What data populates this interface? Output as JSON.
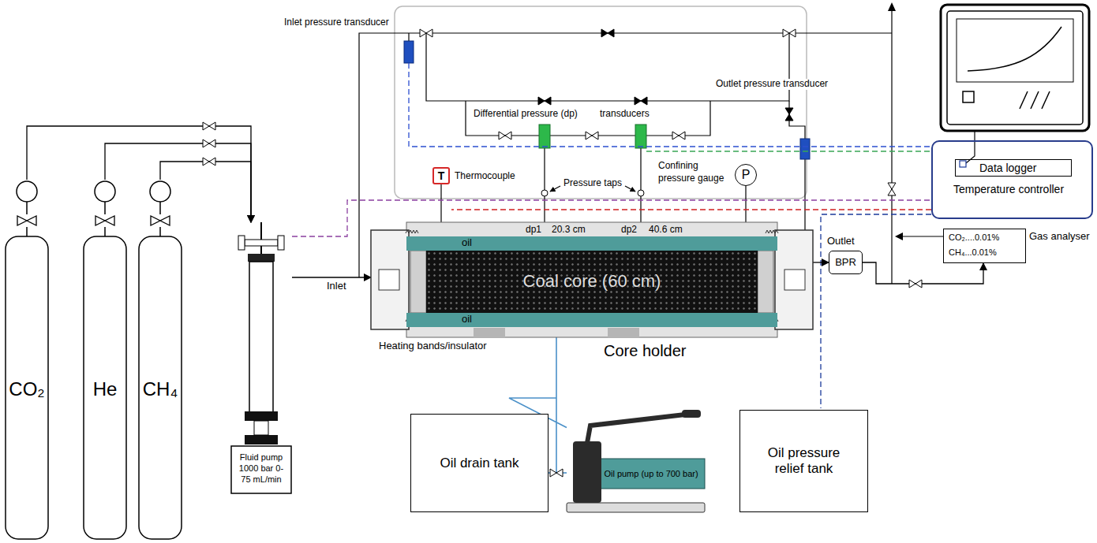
{
  "diagram": {
    "nodes": [
      {
        "text": [
          "CO₂"
        ]
      },
      {
        "text": [
          "He"
        ]
      },
      {
        "text": [
          "CH₄"
        ]
      },
      {
        "text": [
          "Fluid pump 1000 bar 0-75 mL/min"
        ]
      },
      {
        "text": [
          "Core holder"
        ]
      },
      {
        "text": [
          "oil"
        ],
        "in": 4
      },
      {
        "text": [
          "Coal core (60 cm)"
        ],
        "in": 4
      },
      {
        "text": [
          "oil"
        ],
        "in": 4
      },
      {
        "text": [
          "T",
          "Thermocouple"
        ]
      },
      {
        "text": [
          "P",
          "Confining pressure gauge"
        ]
      },
      {
        "text": [
          "BPR"
        ]
      },
      {
        "text": [
          "Oil drain tank"
        ]
      },
      {
        "text": [
          "Oil pump (up to 700 bar)"
        ]
      },
      {
        "text": [
          "Oil pressure relief tank"
        ]
      },
      {
        "text": [
          "Data logger",
          "Temperature controller"
        ]
      },
      {
        "text": [
          "Gas analyser",
          "CO₂....0.01%",
          "CH₄...0.01%"
        ]
      }
    ],
    "edges": [
      {
        "from": 0,
        "to": 3,
        "arrow": "to"
      },
      {
        "from": 1,
        "to": 3,
        "arrow": "to"
      },
      {
        "from": 2,
        "to": 3,
        "arrow": "to"
      },
      {
        "from": 3,
        "to": 4,
        "label": "Inlet",
        "arrow": "to"
      },
      {
        "from": 4,
        "to": 10,
        "label": "Outlet",
        "arrow": "to"
      },
      {
        "from": 12,
        "to": 4,
        "arrow": "none"
      },
      {
        "from": 11,
        "to": 12,
        "arrow": "none"
      },
      {
        "from": 10,
        "to": 15,
        "arrow": "to"
      }
    ],
    "labels": [
      "Inlet pressure transducer",
      "Differential pressure (dp)",
      "transducers",
      "Outlet pressure transducer",
      "Pressure taps",
      "dp1",
      "20.3 cm",
      "dp2",
      "40.6 cm",
      "Heating bands/insulator"
    ]
  }
}
